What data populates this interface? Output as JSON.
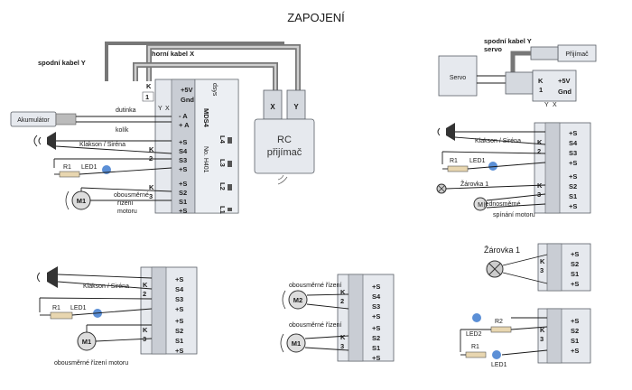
{
  "title": "ZAPOJENÍ",
  "labels": {
    "cable_y": "spodní kabel Y",
    "cable_x": "horní kabel X",
    "battery": "Akumulátor",
    "dutinka": "dutinka",
    "kolik": "kolík",
    "horn": "Klakson / Siréna",
    "r1": "R1",
    "r2": "R2",
    "led1": "LED1",
    "led2": "LED2",
    "m1": "M1",
    "m2": "M2",
    "motor_both": "obousměrné",
    "motor_ctrl1": "řízení",
    "motor_ctrl2": "motoru",
    "motor_full": "obousměrné řízení motoru",
    "motor_bi_ctrl": "obousměrné řízení",
    "x": "X",
    "y": "Y",
    "rc1": "RC",
    "rc2": "přijímač",
    "servo": "Servo",
    "prijimac": "Přijímač",
    "servo_cable1": "spodní kabel Y",
    "servo_cable2": "servo",
    "bulb1": "Žárovka 1",
    "bulb1_big": "Žárovka 1",
    "one_way": "jednosměrné",
    "switch_motor": "spínání motoru",
    "mds4": "MDS4",
    "no": "No. H401",
    "brand": "dsys",
    "l1": "L1",
    "l2": "L2",
    "l3": "L3",
    "l4": "L4",
    "one": "1",
    "k1": "K\n1",
    "k2": "K\n2",
    "k3": "K\n3"
  },
  "pins": {
    "rx": [
      "+5V",
      "Gnd"
    ],
    "power": [
      "- A",
      "+ A"
    ],
    "k2": [
      "+S",
      "S4",
      "S3",
      "+S"
    ],
    "k3": [
      "+S",
      "S2",
      "S1",
      "+S"
    ],
    "servo": [
      "+5V",
      "Gnd"
    ]
  },
  "colors": {
    "wire": "#1a1a1a",
    "block": "#e6e9ee",
    "led": "#5b8fd6",
    "cable": "#666666"
  }
}
